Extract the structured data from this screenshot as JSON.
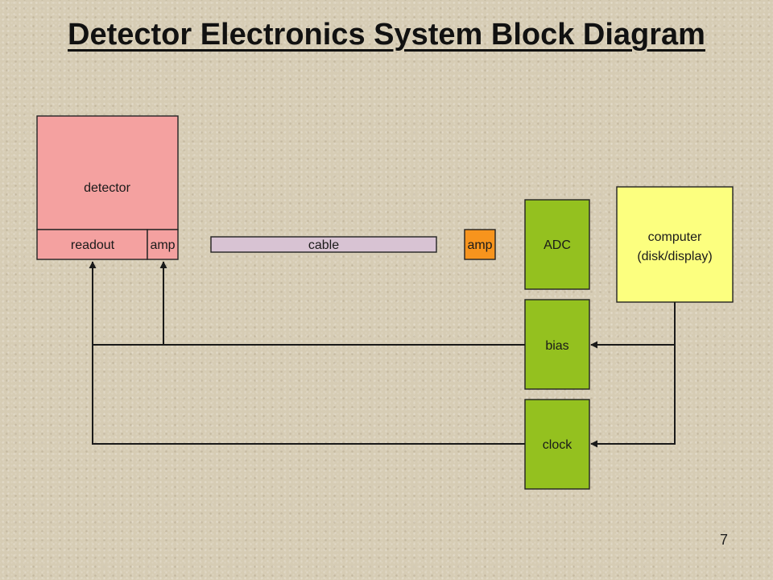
{
  "title": "Detector Electronics System Block Diagram",
  "page_number": "7",
  "blocks": {
    "detector": {
      "label": "detector",
      "color": "#f4a1a0"
    },
    "readout": {
      "label": "readout",
      "color": "#f4a1a0"
    },
    "detector_amp": {
      "label": "amp",
      "color": "#f4a1a0"
    },
    "cable": {
      "label": "cable",
      "color": "#d8c3d3"
    },
    "preamp": {
      "label": "amp",
      "color": "#f7941d"
    },
    "adc": {
      "label": "ADC",
      "color": "#94c11f"
    },
    "bias": {
      "label": "bias",
      "color": "#94c11f"
    },
    "clock": {
      "label": "clock",
      "color": "#94c11f"
    },
    "computer": {
      "label_line1": "computer",
      "label_line2": "(disk/display)",
      "color": "#fcff7f"
    }
  }
}
